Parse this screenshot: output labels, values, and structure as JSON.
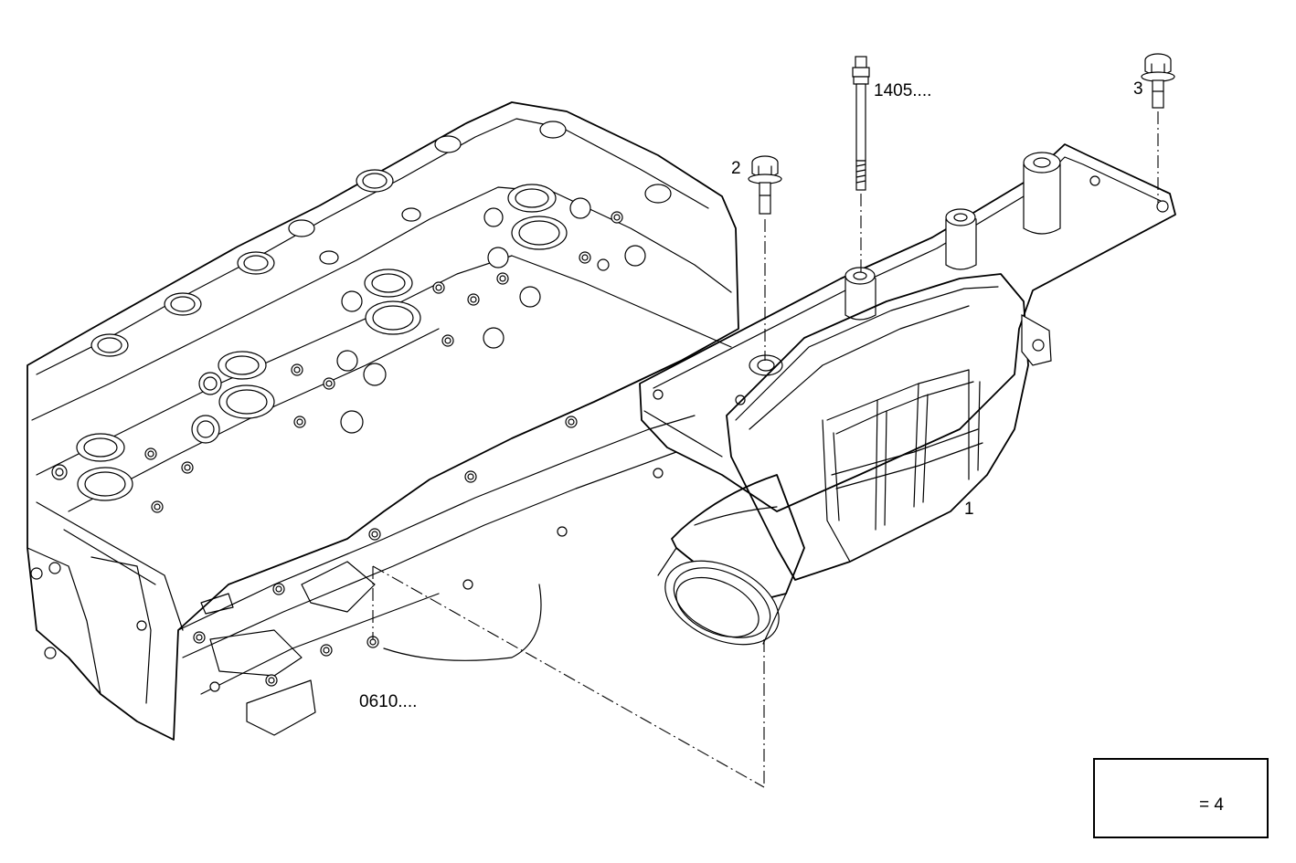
{
  "labels": {
    "part_1": "1",
    "part_2": "2",
    "part_3": "3",
    "ref_1405": "1405....",
    "ref_0610": "0610....",
    "legend": "= 4"
  },
  "colors": {
    "line": "#000000",
    "background": "#ffffff"
  },
  "icons": {
    "legend": "sealant-tube-icon"
  }
}
